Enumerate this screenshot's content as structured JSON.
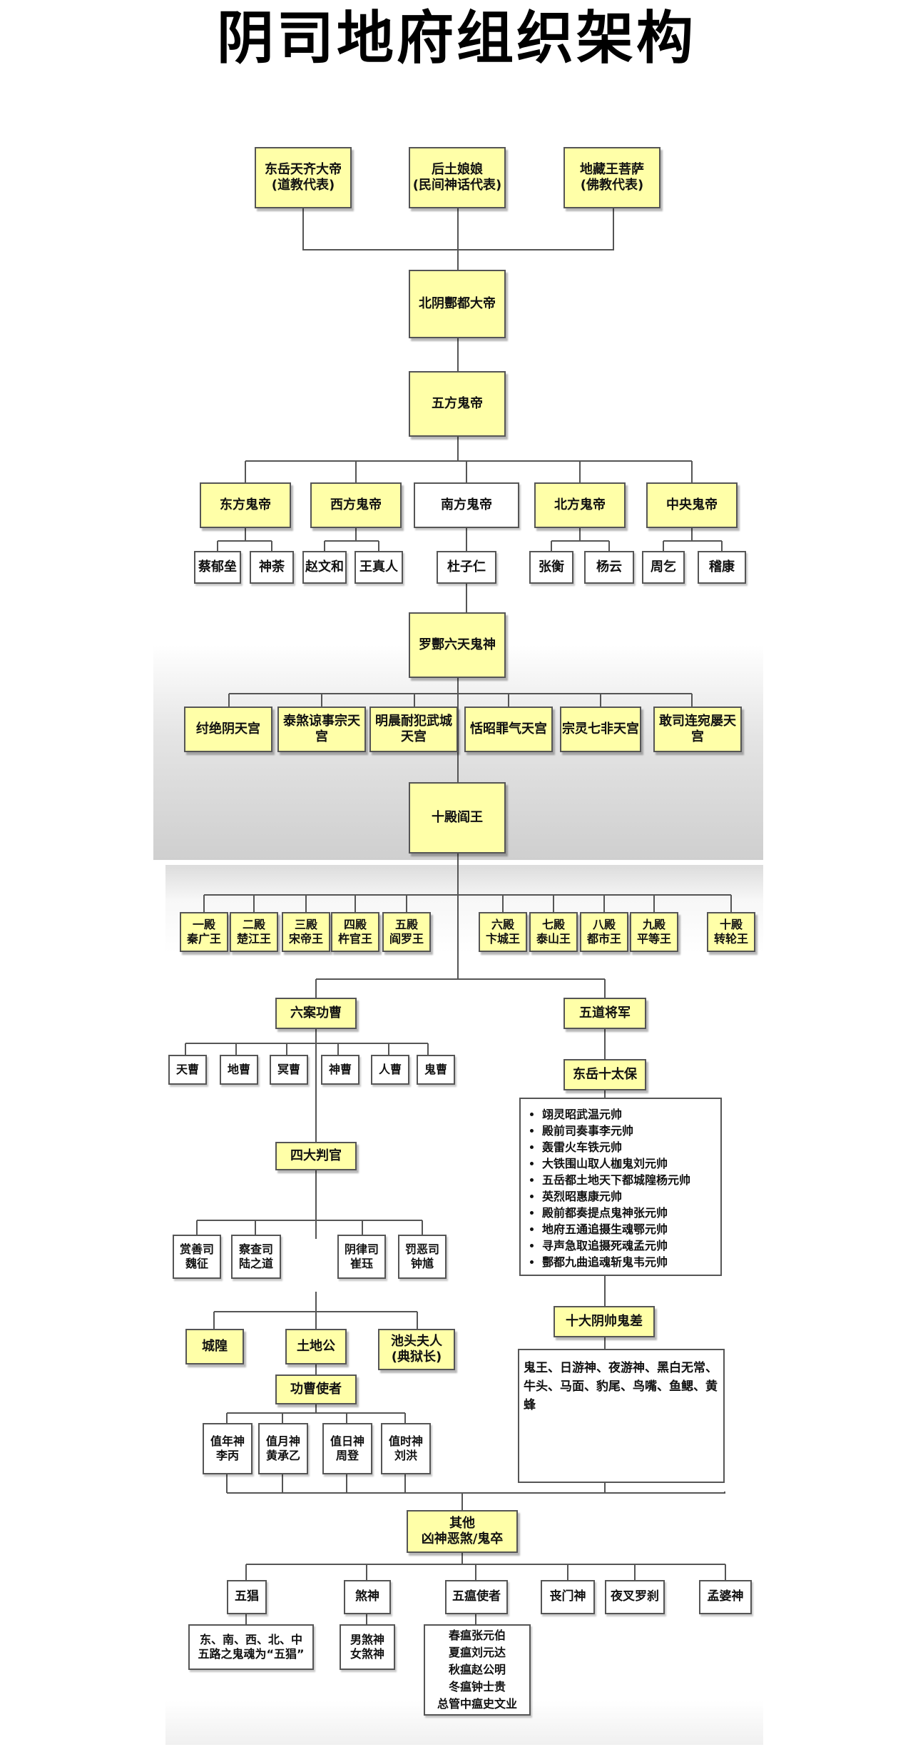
{
  "title": "阴司地府组织架构",
  "top": [
    {
      "line1": "东岳天齐大帝",
      "line2": "(道教代表)"
    },
    {
      "line1": "后土娘娘",
      "line2": "(民间神话代表)"
    },
    {
      "line1": "地藏王菩萨",
      "line2": "(佛教代表)"
    }
  ],
  "beiyin": "北阴酆都大帝",
  "wufang": "五方鬼帝",
  "ghost_emperors": [
    {
      "name": "东方鬼帝",
      "subs": [
        "蔡郁垒",
        "神荼"
      ]
    },
    {
      "name": "西方鬼帝",
      "subs": [
        "赵文和",
        "王真人"
      ]
    },
    {
      "name": "南方鬼帝",
      "subs": [
        "杜子仁"
      ]
    },
    {
      "name": "北方鬼帝",
      "subs": [
        "张衡",
        "杨云"
      ]
    },
    {
      "name": "中央鬼帝",
      "subs": [
        "周乞",
        "稽康"
      ]
    }
  ],
  "luofeng": "罗酆六天鬼神",
  "six_palaces": [
    {
      "line1": "纣绝阴天宫",
      "line2": ""
    },
    {
      "line1": "泰煞谅事宗天",
      "line2": "宫"
    },
    {
      "line1": "明晨耐犯武城",
      "line2": "天宫"
    },
    {
      "line1": "恬昭罪气天宫",
      "line2": ""
    },
    {
      "line1": "宗灵七非天宫",
      "line2": ""
    },
    {
      "line1": "敢司连宛屡天",
      "line2": "宫"
    }
  ],
  "shidian": "十殿阎王",
  "ten_kings": [
    {
      "line1": "一殿",
      "line2": "秦广王"
    },
    {
      "line1": "二殿",
      "line2": "楚江王"
    },
    {
      "line1": "三殿",
      "line2": "宋帝王"
    },
    {
      "line1": "四殿",
      "line2": "杵官王"
    },
    {
      "line1": "五殿",
      "line2": "阎罗王"
    },
    {
      "line1": "六殿",
      "line2": "卞城王"
    },
    {
      "line1": "七殿",
      "line2": "泰山王"
    },
    {
      "line1": "八殿",
      "line2": "都市王"
    },
    {
      "line1": "九殿",
      "line2": "平等王"
    },
    {
      "line1": "十殿",
      "line2": "转轮王"
    }
  ],
  "liuan": "六案功曹",
  "six_offices": [
    "天曹",
    "地曹",
    "冥曹",
    "神曹",
    "人曹",
    "鬼曹"
  ],
  "sida": "四大判官",
  "judges": [
    {
      "line1": "赏善司",
      "line2": "魏征"
    },
    {
      "line1": "察查司",
      "line2": "陆之道"
    },
    {
      "line1": "阴律司",
      "line2": "崔珏"
    },
    {
      "line1": "罚恶司",
      "line2": "钟馗"
    }
  ],
  "chenghuang": "城隍",
  "tudi": "土地公",
  "chitou": {
    "line1": "池头夫人",
    "line2": "(典狱长)"
  },
  "gongcao": "功曹使者",
  "day_gods": [
    {
      "line1": "值年神",
      "line2": "李丙"
    },
    {
      "line1": "值月神",
      "line2": "黄承乙"
    },
    {
      "line1": "值日神",
      "line2": "周登"
    },
    {
      "line1": "值时神",
      "line2": "刘洪"
    }
  ],
  "wudao": "五道将军",
  "dongyue_taibao": "东岳十太保",
  "taibao_list": [
    "翊灵昭武温元帅",
    "殿前司奏事李元帅",
    "轰雷火车铁元帅",
    "大铁围山取人枷鬼刘元帅",
    "五岳都土地天下都城隍杨元帅",
    "英烈昭惠康元帅",
    "殿前都奏提点鬼神张元帅",
    "地府五通追摄生魂鄂元帅",
    "寻声急取追摄死魂孟元帅",
    "酆都九曲追魂斩鬼韦元帅"
  ],
  "shida": "十大阴帅鬼差",
  "shida_text": "鬼王、日游神、夜游神、黑白无常、牛头、马面、豹尾、鸟嘴、鱼鳃、黄蜂",
  "other": {
    "line1": "其他",
    "line2": "凶神恶煞/鬼卒"
  },
  "bottom": [
    "五猖",
    "煞神",
    "五瘟使者",
    "丧门神",
    "夜叉罗刹",
    "孟婆神"
  ],
  "wuchang_desc": {
    "line1": "东、南、西、北、中",
    "line2": "五路之鬼魂为“五猖”"
  },
  "shashen_desc": {
    "line1": "男煞神",
    "line2": "女煞神"
  },
  "wuwen_desc": [
    "春瘟张元伯",
    "夏瘟刘元达",
    "秋瘟赵公明",
    "冬瘟钟士贵",
    "总管中瘟史文业"
  ],
  "colors": {
    "node_fill": "#ffffa8",
    "border": "#555555",
    "line": "#555555"
  }
}
